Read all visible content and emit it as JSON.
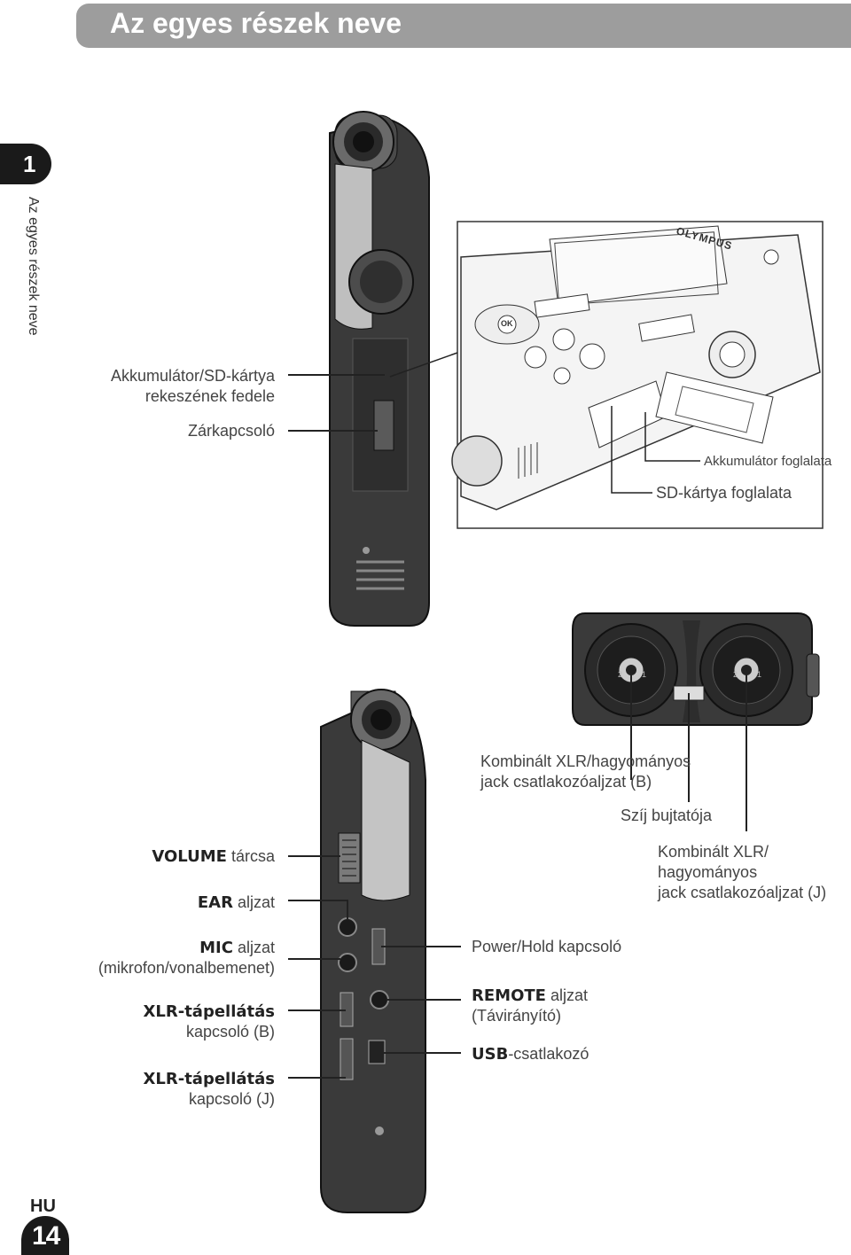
{
  "header": {
    "title": "Az egyes részek neve"
  },
  "chapter": {
    "number": "1",
    "side_text": "Az egyes részek neve"
  },
  "footer": {
    "lang": "HU",
    "page": "14"
  },
  "labels": {
    "battery_cover_line1": "Akkumulátor/SD-kártya",
    "battery_cover_line2": "rekeszének fedele",
    "lock_switch": "Zárkapcsoló",
    "battery_holder": "Akkumulátor foglalata",
    "sd_slot": "SD-kártya foglalata",
    "xlr_b_line1": "Kombinált XLR/hagyományos",
    "xlr_b_line2": "jack csatlakozóaljzat (B)",
    "strap_hole": "Szíj bujtatója",
    "xlr_j_line1": "Kombinált XLR/",
    "xlr_j_line2": "hagyományos",
    "xlr_j_line3": "jack csatlakozóaljzat (J)",
    "volume_bold": "VOLUME",
    "volume_rest": " tárcsa",
    "ear_bold": "EAR",
    "ear_rest": " aljzat",
    "mic_bold": "MIC",
    "mic_rest": " aljzat",
    "mic_line2": "(mikrofon/vonalbemenet)",
    "xlr_power_b_bold": "XLR-tápellátás",
    "xlr_power_b_line2": "kapcsoló (B)",
    "xlr_power_j_bold": "XLR-tápellátás",
    "xlr_power_j_line2": "kapcsoló (J)",
    "power_hold": "Power/Hold kapcsoló",
    "remote_bold": "REMOTE",
    "remote_rest": " aljzat",
    "remote_line2": "(Távirányító)",
    "usb_bold": "USB",
    "usb_rest": "-csatlakozó"
  },
  "device": {
    "brand": "OLYMPUS",
    "ok": "OK"
  },
  "colors": {
    "header_bar": "#9d9d9d",
    "tab": "#1a1a1a",
    "device_body": "#3a3a3a"
  }
}
